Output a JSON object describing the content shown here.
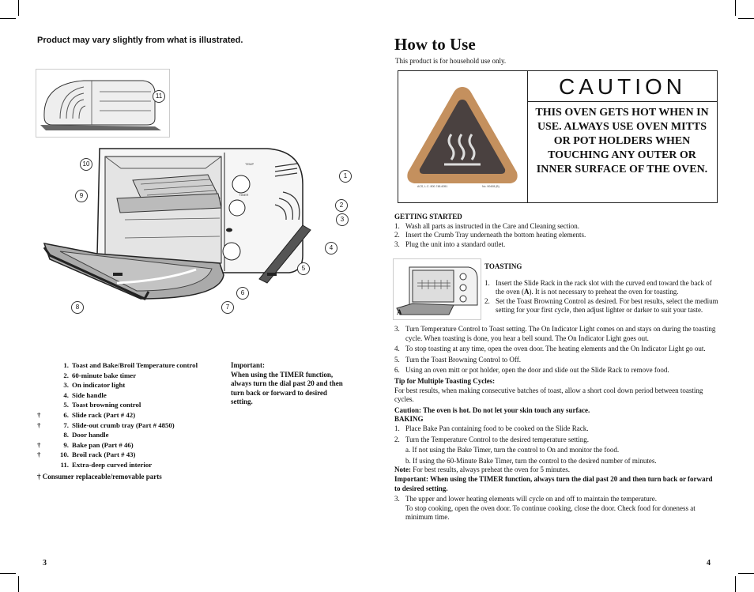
{
  "left_page": {
    "note": "Product may vary slightly from what is illustrated.",
    "callouts": [
      "1",
      "2",
      "3",
      "4",
      "5",
      "6",
      "7",
      "8",
      "9",
      "10",
      "11"
    ],
    "dial_labels": {
      "temp": "TEMP",
      "timer": "TIMER"
    },
    "parts": [
      {
        "dagger": "",
        "num": "1.",
        "label": "Toast and Bake/Broil Temperature control"
      },
      {
        "dagger": "",
        "num": "2.",
        "label": "60-minute bake timer"
      },
      {
        "dagger": "",
        "num": "3.",
        "label": "On indicator light"
      },
      {
        "dagger": "",
        "num": "4.",
        "label": "Side handle"
      },
      {
        "dagger": "",
        "num": "5.",
        "label": "Toast browning control"
      },
      {
        "dagger": "†",
        "num": "6.",
        "label": "Slide rack (Part # 42)"
      },
      {
        "dagger": "†",
        "num": "7.",
        "label": "Slide-out crumb tray (Part # 4850)"
      },
      {
        "dagger": "",
        "num": "8.",
        "label": "Door handle"
      },
      {
        "dagger": "†",
        "num": "9.",
        "label": "Bake pan (Part # 46)"
      },
      {
        "dagger": "†",
        "num": "10.",
        "label": "Broil rack (Part # 43)"
      },
      {
        "dagger": "",
        "num": "11.",
        "label": "Extra-deep curved interior"
      }
    ],
    "parts_footer": "† Consumer replaceable/removable parts",
    "important_title": "Important:",
    "important_text": "When using the TIMER function, always turn the dial past 20 and then turn back or forward to desired setting.",
    "page_number": "3"
  },
  "right_page": {
    "title": "How to Use",
    "subtitle": "This product is for household use only.",
    "caution_word": "CAUTION",
    "caution_text": "THIS OVEN GETS HOT WHEN IN USE. ALWAYS USE OVEN MITTS OR POT HOLDERS WHEN TOUCHING ANY OUTER OR INNER SURFACE OF THE OVEN.",
    "label_left": "ACS, L.C. 800-748-6051",
    "label_right": "No. 90408 (B)",
    "getting_started_heading": "GETTING STARTED",
    "getting_started": [
      "Wash all parts as instructed in the Care and Cleaning section.",
      "Insert the Crumb Tray underneath the bottom heating elements.",
      "Plug the unit into a standard outlet."
    ],
    "toasting_heading": "TOASTING",
    "figure_label": "A",
    "toasting_1a": "Insert the Slide Rack in the rack slot with the curved end toward the back of the oven (",
    "toasting_1b": "A",
    "toasting_1c": "). It is not necessary to preheat the oven for toasting.",
    "toasting_2": "Set the Toast Browning Control as desired. For best results, select the medium setting for your first cycle, then adjust lighter or darker to suit your taste.",
    "toasting_3": "Turn Temperature Control to Toast setting. The On Indicator Light comes on and stays on during the toasting cycle. When toasting is done, you hear a bell sound. The On Indicator Light goes out.",
    "toasting_4": "To stop toasting at any time, open the oven door. The heating elements and the On Indicator Light go out.",
    "toasting_5": "Turn the Toast Browning Control to Off.",
    "toasting_6": "Using an oven mitt or pot holder, open the door and slide out the Slide Rack to remove food.",
    "tip_heading": "Tip for Multiple Toasting Cycles:",
    "tip_text": "For best results, when making consecutive batches of toast, allow a short cool down period between toasting cycles.",
    "caution_line": "Caution: The oven is hot. Do not let your skin touch any surface.",
    "baking_heading": "BAKING",
    "baking_1": "Place Bake Pan containing food to be cooked on the Slide Rack.",
    "baking_2": "Turn the Temperature Control to the desired temperature setting.",
    "baking_2a": "a. If not using the Bake Timer, turn the control to On and monitor the food.",
    "baking_2b": "b. If using the 60-Minute Bake Timer, turn the control to the desired number of minutes.",
    "note_label": "Note:",
    "note_text": " For best results, always preheat the oven for 5 minutes.",
    "important_line": "Important: When using the TIMER function, always turn the dial past 20 and then turn back or forward to desired setting.",
    "baking_3a": "The upper and lower heating elements will cycle on and off to maintain the temperature.",
    "baking_3b": "To stop cooking, open the oven door. To continue cooking, close the door. Check food for doneness at minimum time.",
    "page_number": "4"
  }
}
